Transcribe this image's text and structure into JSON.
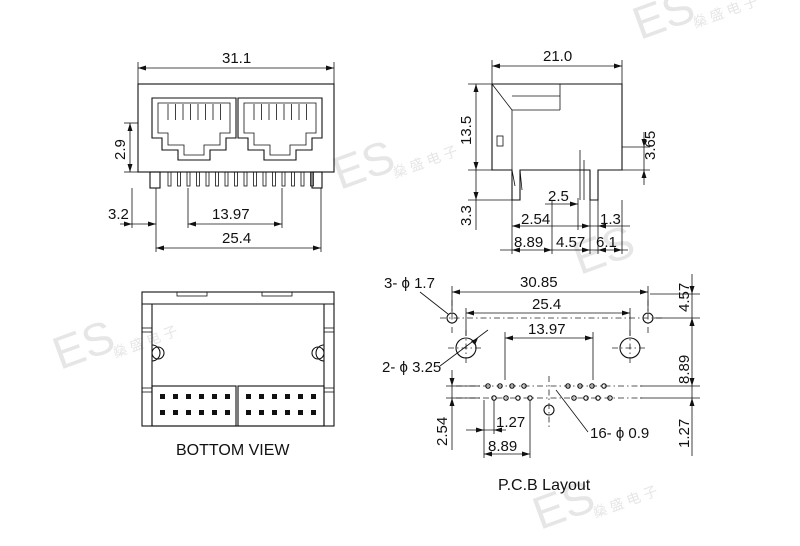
{
  "front": {
    "width": "31.1",
    "height_left": "2.9",
    "pin_offset": "3.2",
    "pin_span": "13.97",
    "total": "25.4"
  },
  "side": {
    "width": "21.0",
    "height": "13.5",
    "top_offset": "3.65",
    "pin_height": "3.3",
    "d1": "2.5",
    "d2": "2.54",
    "d3": "1.3",
    "d4": "8.89",
    "d5": "4.57",
    "d6": "6.1"
  },
  "bottom": {
    "caption": "BOTTOM VIEW"
  },
  "pcb": {
    "caption": "P.C.B Layout",
    "holes_small": "3- ϕ 1.7",
    "holes_large": "2- ϕ 3.25",
    "holes_pins": "16- ϕ 0.9",
    "w1": "30.85",
    "w2": "25.4",
    "w3": "13.97",
    "p1": "1.27",
    "p2": "8.89",
    "p3": "2.54",
    "r1": "4.57",
    "r2": "8.89",
    "r3": "1.27"
  },
  "watermark": {
    "brand": "ES",
    "cn": "燊 盛 电 子"
  }
}
